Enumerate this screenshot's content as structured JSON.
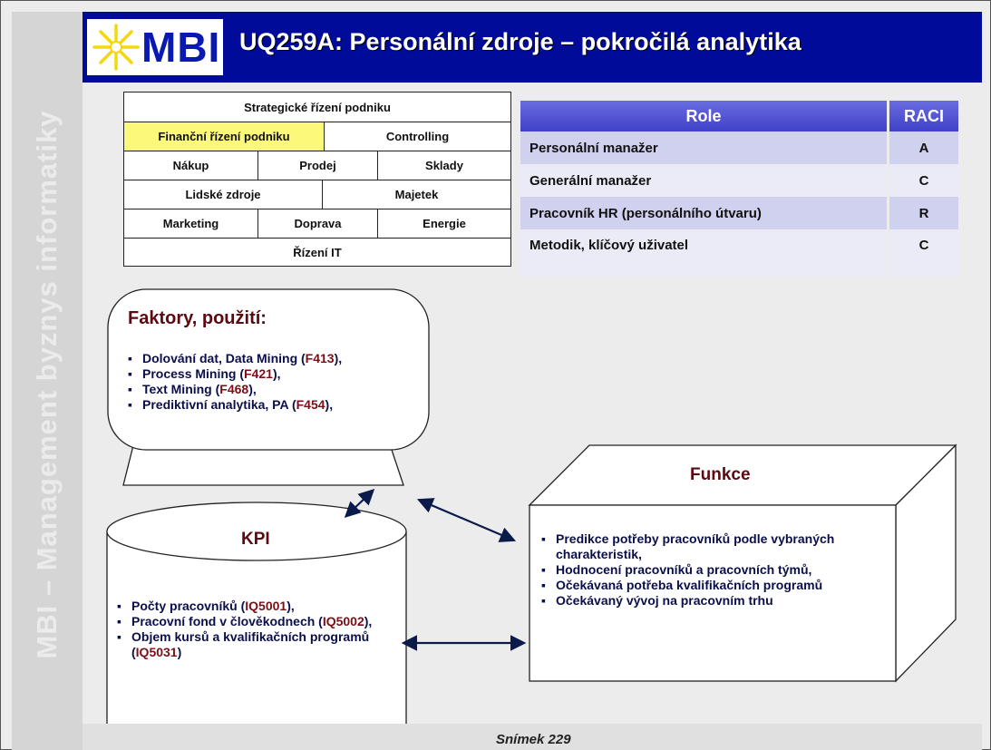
{
  "sidebar": {
    "text": "MBI – Management byznys informatiky"
  },
  "header": {
    "logo_text": "MBI",
    "title": "UQ259A: Personální zdroje – pokročilá analytika"
  },
  "matrix": {
    "rows": [
      [
        "Strategické řízení podniku"
      ],
      [
        "Finanční řízení podniku",
        "Controlling"
      ],
      [
        "Nákup",
        "Prodej",
        "Sklady"
      ],
      [
        "Lidské zdroje",
        "Majetek"
      ],
      [
        "Marketing",
        "Doprava",
        "Energie"
      ],
      [
        "Řízení IT"
      ]
    ],
    "highlight_color": "#fbf87a"
  },
  "raci": {
    "headers": [
      "Role",
      "RACI"
    ],
    "rows": [
      {
        "role": "Personální  manažer",
        "value": "A"
      },
      {
        "role": "Generální manažer",
        "value": "C"
      },
      {
        "role": "Pracovník HR (personálního útvaru)",
        "value": "R"
      },
      {
        "role": "Metodik, klíčový uživatel",
        "value": "C"
      }
    ]
  },
  "factors": {
    "title": "Faktory, použití:",
    "items": [
      {
        "text": "Dolování dat, Data Mining (",
        "code": "F413",
        "suffix": "),"
      },
      {
        "text": "Process Mining (",
        "code": "F421",
        "suffix": "),"
      },
      {
        "text": "Text Mining (",
        "code": "F468",
        "suffix": "),"
      },
      {
        "text": "Prediktivní analytika, PA  (",
        "code": "F454",
        "suffix": "),"
      }
    ]
  },
  "kpi": {
    "title": "KPI",
    "items": [
      {
        "text": "Počty pracovníků (",
        "code": "IQ5001",
        "suffix": "),"
      },
      {
        "text": "Pracovní fond v člověkodnech (",
        "code": "IQ5002",
        "suffix": "),"
      },
      {
        "text": "Objem kursů a kvalifikačních programů (",
        "code": "IQ5031",
        "suffix": ")"
      }
    ]
  },
  "funkce": {
    "title": "Funkce",
    "items": [
      "Predikce potřeby pracovníků podle vybraných charakteristik,",
      "Hodnocení pracovníků a pracovních týmů,",
      "Očekávaná potřeba kvalifikačních programů",
      "Očekávaný vývoj na pracovním trhu"
    ]
  },
  "footer": {
    "slide_number": "Snímek  229"
  },
  "colors": {
    "header_blue": "#000b9a",
    "table_blue": "#4345cc",
    "code_red": "#7a0f18",
    "text_navy": "#0a0f4a"
  }
}
